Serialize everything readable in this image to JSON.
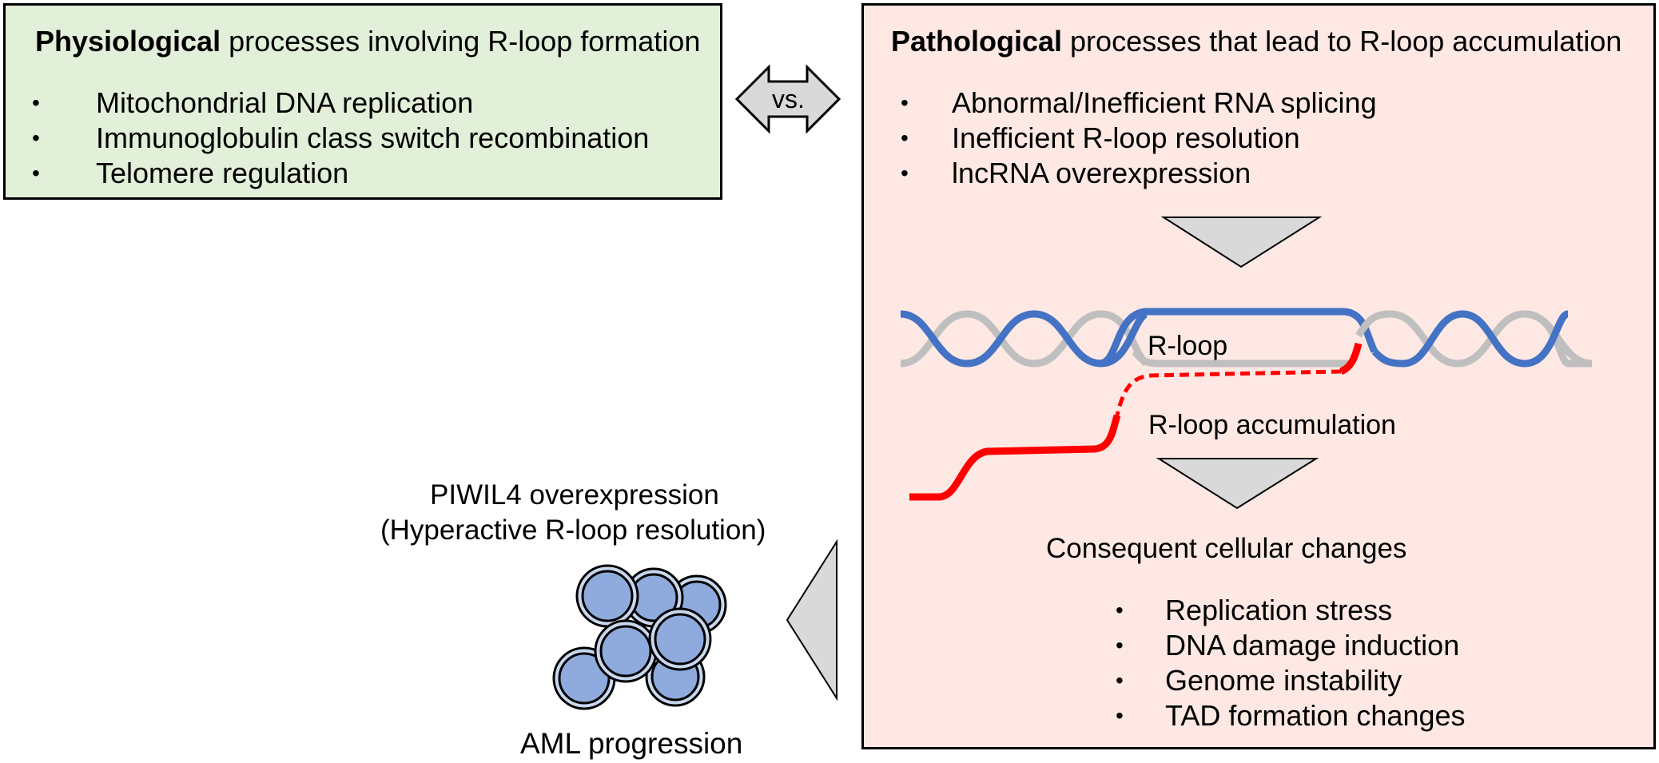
{
  "physiological": {
    "title_bold": "Physiological",
    "title_rest": " processes involving R-loop formation",
    "items": [
      "Mitochondrial DNA replication",
      "Immunoglobulin class switch recombination",
      "Telomere regulation"
    ]
  },
  "vs_label": "vs.",
  "pathological": {
    "title_bold": "Pathological",
    "title_rest": " processes that lead to R-loop accumulation",
    "items": [
      "Abnormal/Inefficient RNA splicing",
      "Inefficient R-loop resolution",
      "lncRNA overexpression"
    ]
  },
  "rloop_label": "R-loop",
  "rloop_accumulation_label": "R-loop accumulation",
  "consequent_title": "Consequent cellular changes",
  "consequent_items": [
    "Replication stress",
    "DNA damage induction",
    "Genome instability",
    "TAD formation changes"
  ],
  "piwil4": {
    "line1": "PIWIL4 overexpression",
    "line2": "(Hyperactive R-loop resolution)"
  },
  "aml_label": "AML progression",
  "bullet_char": "•",
  "colors": {
    "physiological_bg": "#e2efd9",
    "pathological_bg": "#fde8e3",
    "dna_blue": "#4472c4",
    "dna_gray": "#bfbfbf",
    "rna_red": "#ff0000",
    "cell_fill": "#8faadc",
    "arrow_gray": "#d9d9d9"
  }
}
